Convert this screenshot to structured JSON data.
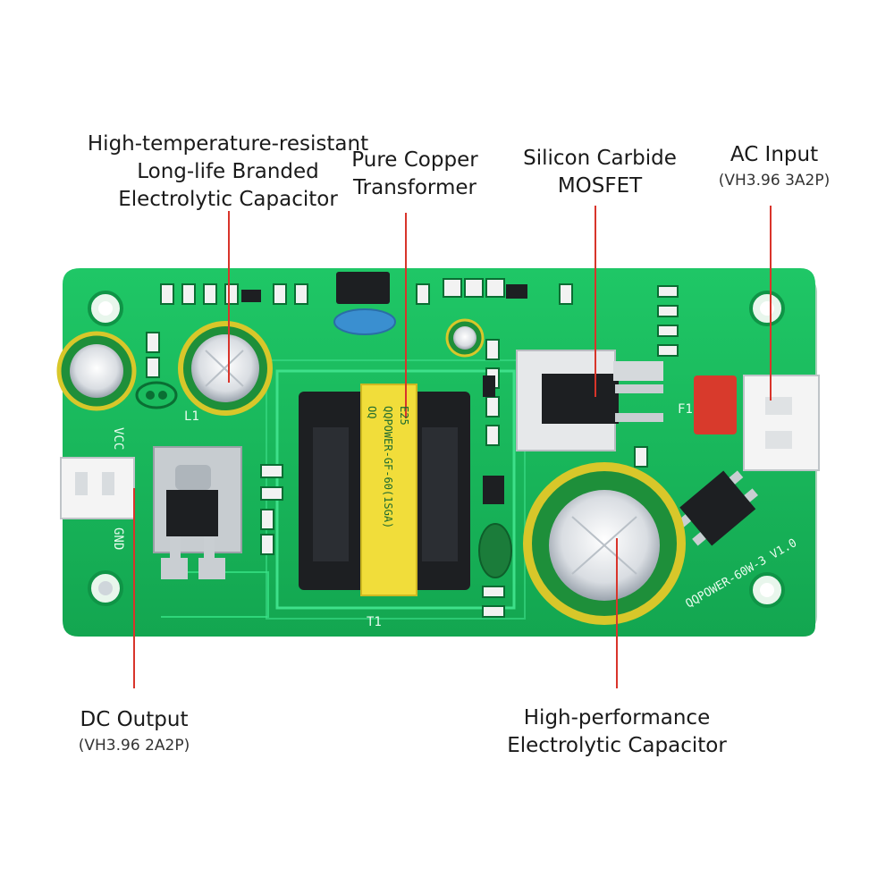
{
  "callouts": {
    "capacitor_small": {
      "lines": [
        "High-temperature-resistant",
        "Long-life Branded",
        "Electrolytic Capacitor"
      ]
    },
    "transformer": {
      "lines": [
        "Pure Copper",
        "Transformer"
      ]
    },
    "mosfet": {
      "lines": [
        "Silicon Carbide",
        "MOSFET"
      ]
    },
    "ac_input": {
      "title": "AC Input",
      "spec": "(VH3.96 3A2P)"
    },
    "dc_output": {
      "title": "DC Output",
      "spec": "(VH3.96 2A2P)"
    },
    "capacitor_large": {
      "lines": [
        "High-performance",
        "Electrolytic Capacitor"
      ]
    }
  },
  "board": {
    "silkscreen": {
      "vcc": "VCC",
      "gnd": "GND",
      "transformer_text": [
        "E25",
        "QQPOWER-GF-60(1SGA)",
        "OQ"
      ],
      "l1": "L1",
      "t1": "T1",
      "f1": "F1",
      "model": "QQPOWER-60W-3 V1.0"
    },
    "colors": {
      "pcb": "#17b85a",
      "pcb_dark": "#0f9446",
      "callout_line": "#d9342b",
      "transformer_tape": "#f1dd3a",
      "fuse": "#d83a2c"
    }
  }
}
